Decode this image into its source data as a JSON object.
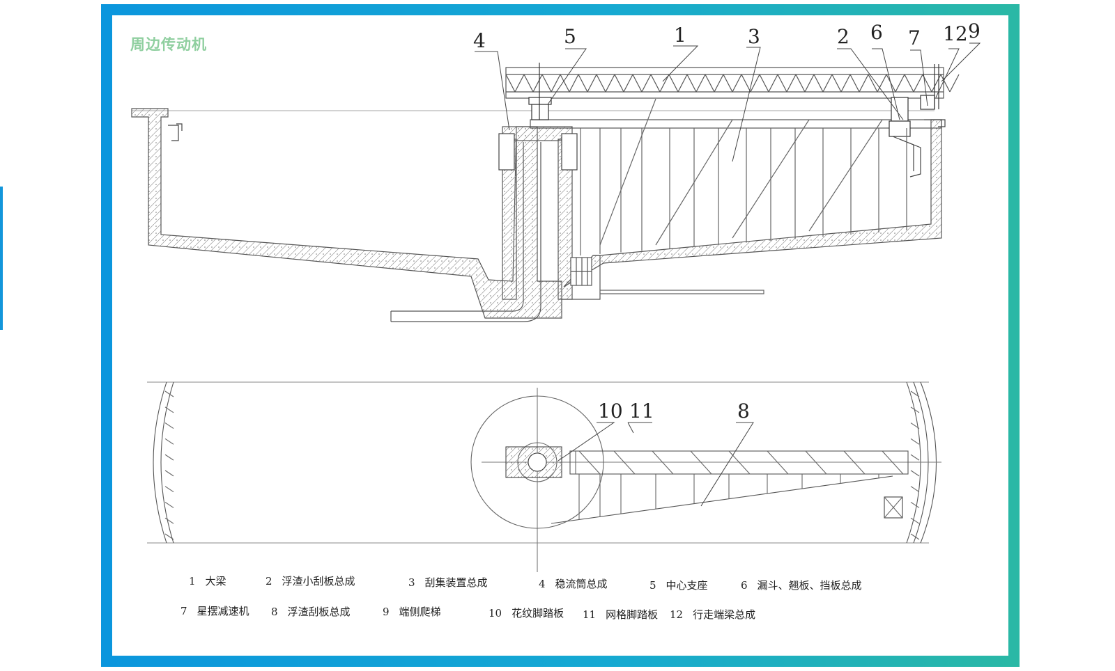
{
  "title": "周边传动机",
  "callouts": {
    "c1": "1",
    "c2": "2",
    "c3": "3",
    "c4": "4",
    "c5": "5",
    "c6": "6",
    "c7": "7",
    "c8": "8",
    "c9": "9",
    "c10": "10",
    "c11": "11",
    "c12": "12"
  },
  "legend": [
    {
      "num": "1",
      "label": "大梁"
    },
    {
      "num": "2",
      "label": "浮渣小刮板总成"
    },
    {
      "num": "3",
      "label": "刮集装置总成"
    },
    {
      "num": "4",
      "label": "稳流筒总成"
    },
    {
      "num": "5",
      "label": "中心支座"
    },
    {
      "num": "6",
      "label": "漏斗、翘板、挡板总成"
    },
    {
      "num": "7",
      "label": "星摆减速机"
    },
    {
      "num": "8",
      "label": "浮渣刮板总成"
    },
    {
      "num": "9",
      "label": "端侧爬梯"
    },
    {
      "num": "10",
      "label": "花纹脚踏板"
    },
    {
      "num": "11",
      "label": "网格脚踏板"
    },
    {
      "num": "12",
      "label": "行走端梁总成"
    }
  ],
  "colors": {
    "frame_start": "#0b96dd",
    "frame_end": "#2ab8a5",
    "title": "#8fcf9f"
  }
}
